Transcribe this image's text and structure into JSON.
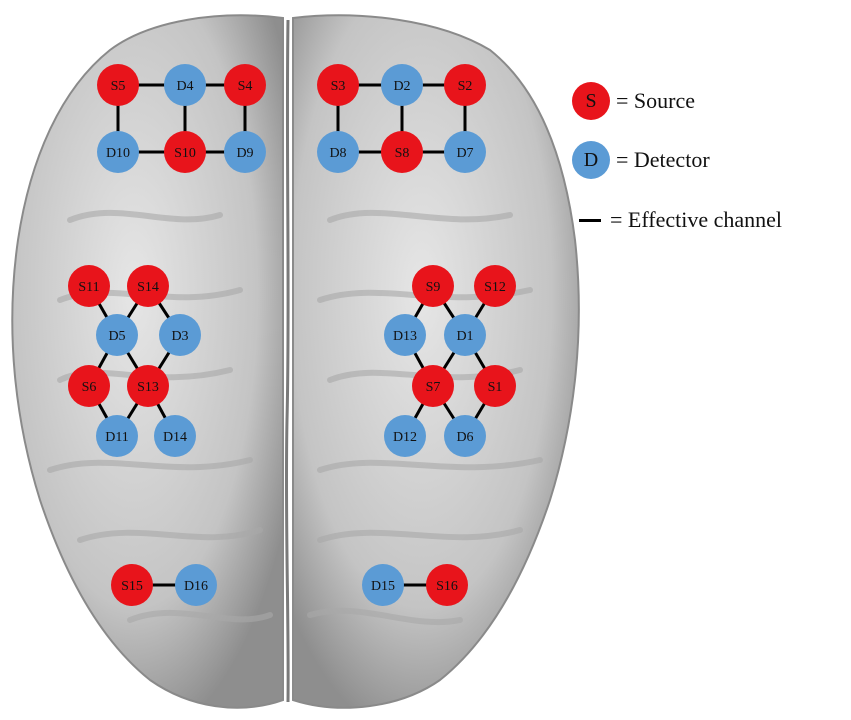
{
  "colors": {
    "source": "#e8141b",
    "detector": "#5b9bd5",
    "channel": "#000000",
    "brain_fill": "#c8c8c8",
    "brain_fold": "#a6a6a6"
  },
  "legend": {
    "source_symbol": "S",
    "source_label": "= Source",
    "detector_symbol": "D",
    "detector_label": "= Detector",
    "channel_label": "= Effective channel"
  },
  "optodes": [
    {
      "id": "S5",
      "type": "source"
    },
    {
      "id": "D4",
      "type": "detector"
    },
    {
      "id": "S4",
      "type": "source"
    },
    {
      "id": "D10",
      "type": "detector"
    },
    {
      "id": "S10",
      "type": "source"
    },
    {
      "id": "D9",
      "type": "detector"
    },
    {
      "id": "S3",
      "type": "source"
    },
    {
      "id": "D2",
      "type": "detector"
    },
    {
      "id": "S2",
      "type": "source"
    },
    {
      "id": "D8",
      "type": "detector"
    },
    {
      "id": "S8",
      "type": "source"
    },
    {
      "id": "D7",
      "type": "detector"
    },
    {
      "id": "S11",
      "type": "source"
    },
    {
      "id": "S14",
      "type": "source"
    },
    {
      "id": "D5",
      "type": "detector"
    },
    {
      "id": "D3",
      "type": "detector"
    },
    {
      "id": "S6",
      "type": "source"
    },
    {
      "id": "S13",
      "type": "source"
    },
    {
      "id": "D11",
      "type": "detector"
    },
    {
      "id": "D14",
      "type": "detector"
    },
    {
      "id": "S9",
      "type": "source"
    },
    {
      "id": "S12",
      "type": "source"
    },
    {
      "id": "D13",
      "type": "detector"
    },
    {
      "id": "D1",
      "type": "detector"
    },
    {
      "id": "S7",
      "type": "source"
    },
    {
      "id": "S1",
      "type": "source"
    },
    {
      "id": "D12",
      "type": "detector"
    },
    {
      "id": "D6",
      "type": "detector"
    },
    {
      "id": "S15",
      "type": "source"
    },
    {
      "id": "D16",
      "type": "detector"
    },
    {
      "id": "D15",
      "type": "detector"
    },
    {
      "id": "S16",
      "type": "source"
    }
  ],
  "channels": [
    [
      "S5",
      "D4"
    ],
    [
      "D4",
      "S4"
    ],
    [
      "S5",
      "D10"
    ],
    [
      "D4",
      "S10"
    ],
    [
      "S4",
      "D9"
    ],
    [
      "D10",
      "S10"
    ],
    [
      "S10",
      "D9"
    ],
    [
      "S3",
      "D2"
    ],
    [
      "D2",
      "S2"
    ],
    [
      "S3",
      "D8"
    ],
    [
      "D2",
      "S8"
    ],
    [
      "S2",
      "D7"
    ],
    [
      "D8",
      "S8"
    ],
    [
      "S8",
      "D7"
    ],
    [
      "S11",
      "D5"
    ],
    [
      "S14",
      "D5"
    ],
    [
      "S14",
      "D3"
    ],
    [
      "D5",
      "S6"
    ],
    [
      "D5",
      "S13"
    ],
    [
      "D3",
      "S13"
    ],
    [
      "S6",
      "D11"
    ],
    [
      "S13",
      "D11"
    ],
    [
      "S13",
      "D14"
    ],
    [
      "S9",
      "D13"
    ],
    [
      "S9",
      "D1"
    ],
    [
      "S12",
      "D1"
    ],
    [
      "D13",
      "S7"
    ],
    [
      "D1",
      "S7"
    ],
    [
      "D1",
      "S1"
    ],
    [
      "S7",
      "D12"
    ],
    [
      "S7",
      "D6"
    ],
    [
      "S1",
      "D6"
    ],
    [
      "S15",
      "D16"
    ],
    [
      "D15",
      "S16"
    ]
  ]
}
